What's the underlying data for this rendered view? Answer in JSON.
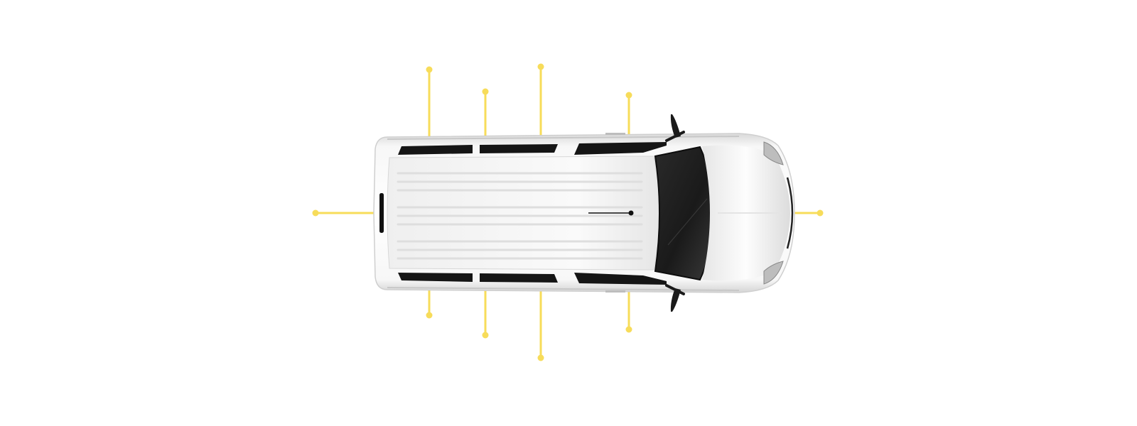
{
  "diagram": {
    "subject": "van-top-view",
    "colors": {
      "background": "#ffffff",
      "callout": "#f7dc5a",
      "body": "#f4f4f4",
      "body_shadow": "#d6d6d6",
      "glass": "#1c1c1c",
      "trim": "#111111"
    },
    "callouts": [
      {
        "id": "rear-center",
        "side": "rear"
      },
      {
        "id": "front-center",
        "side": "front"
      },
      {
        "id": "top-rear-door",
        "side": "top"
      },
      {
        "id": "top-mid-1",
        "side": "top"
      },
      {
        "id": "top-mid-2",
        "side": "top"
      },
      {
        "id": "top-front-door",
        "side": "top"
      },
      {
        "id": "bottom-rear-door",
        "side": "bottom"
      },
      {
        "id": "bottom-mid-1",
        "side": "bottom"
      },
      {
        "id": "bottom-mid-2",
        "side": "bottom"
      },
      {
        "id": "bottom-front-door",
        "side": "bottom"
      }
    ]
  }
}
